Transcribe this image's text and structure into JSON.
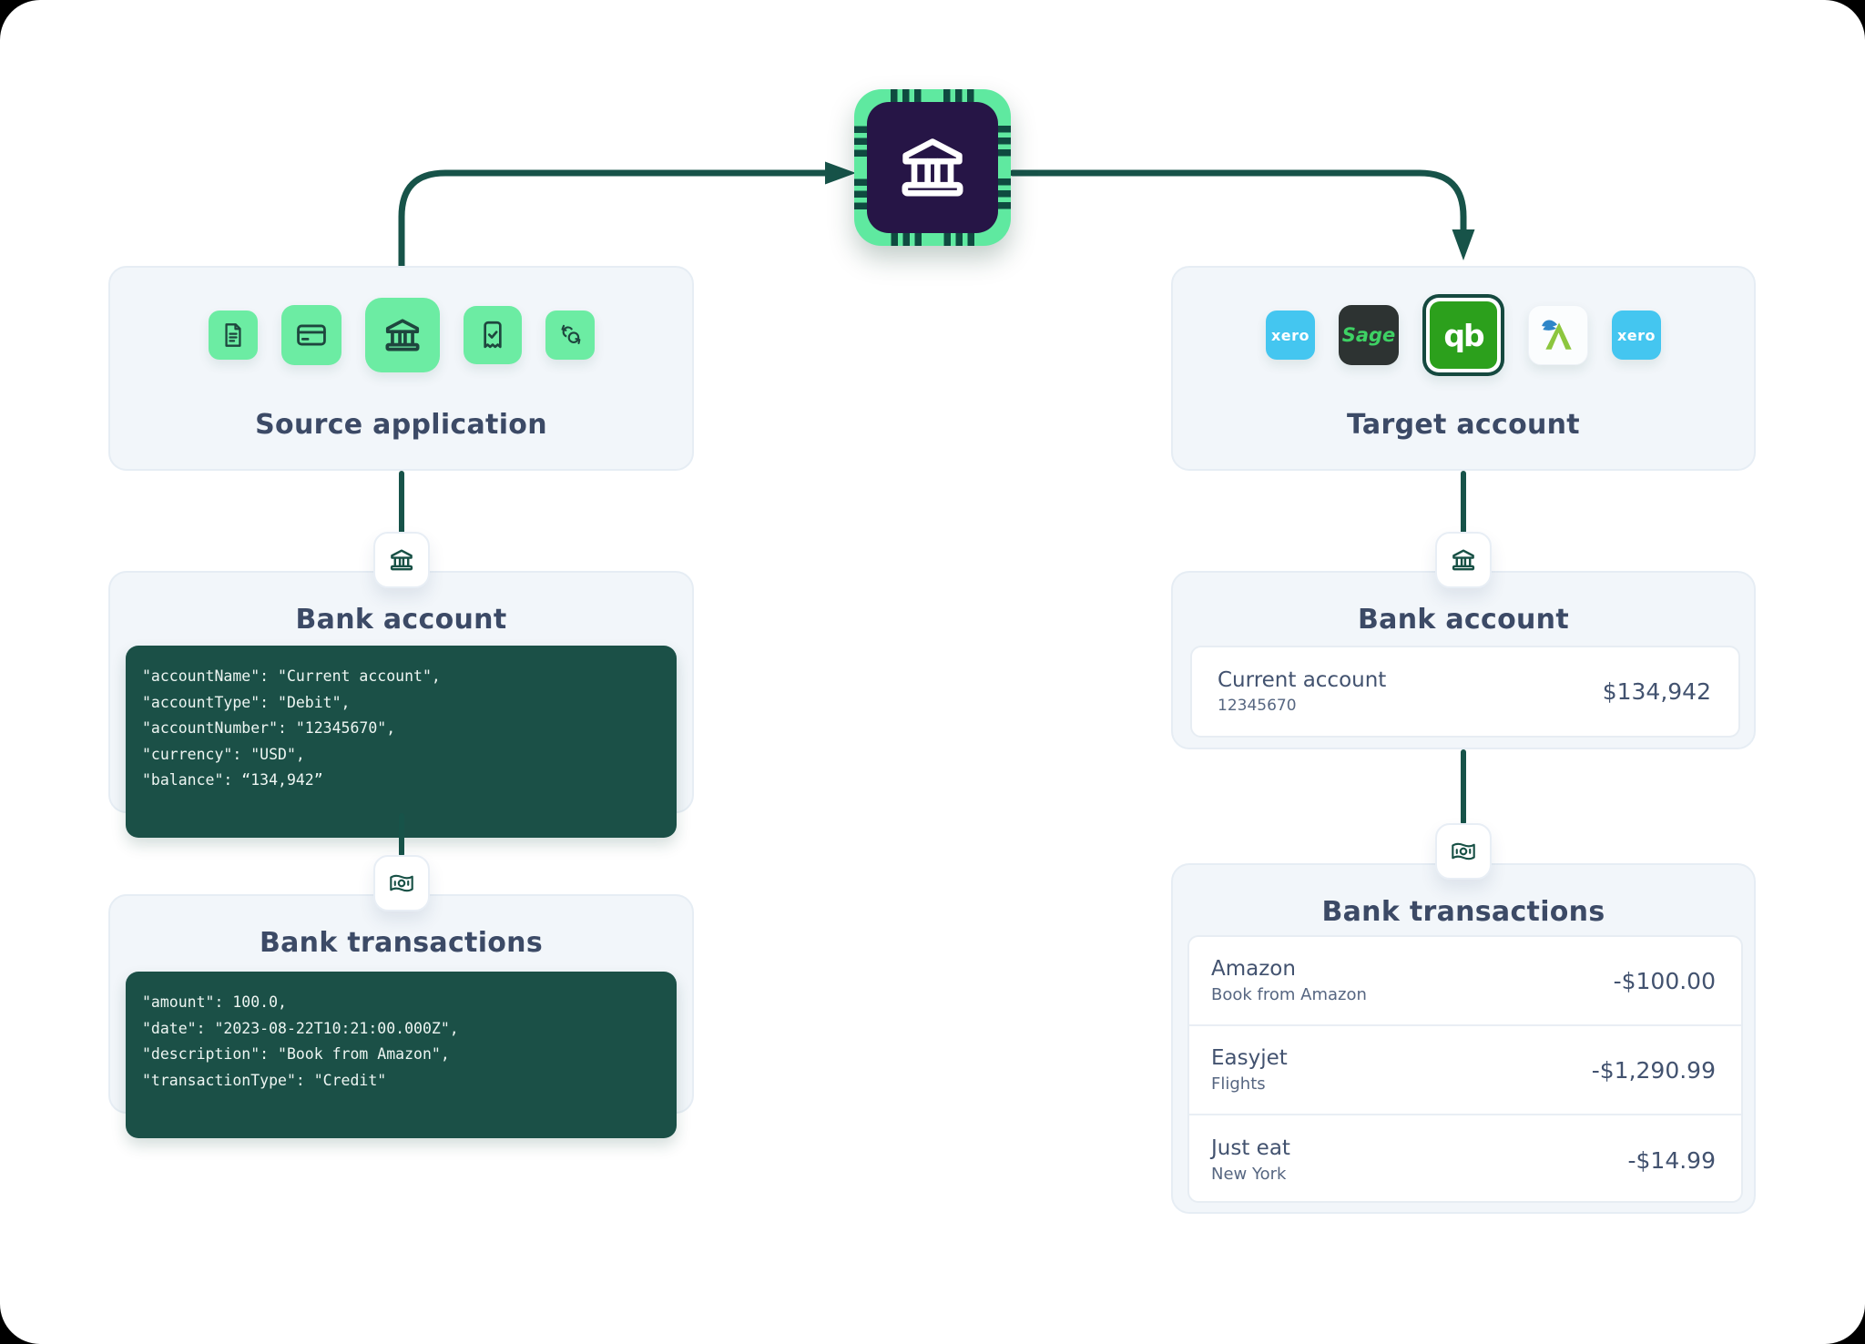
{
  "hub": {
    "icon": "bank-chip-icon"
  },
  "source": {
    "title": "Source application",
    "icons": [
      "document-icon",
      "credit-card-icon",
      "bank-icon",
      "receipt-check-icon",
      "sync-coins-icon"
    ]
  },
  "target": {
    "title": "Target account",
    "apps": [
      {
        "name": "xero",
        "label": "xero"
      },
      {
        "name": "sage",
        "label": "Sage"
      },
      {
        "name": "quickbooks",
        "label": "qb",
        "selected": true
      },
      {
        "name": "freeagent",
        "label": "freeagent-logo"
      },
      {
        "name": "xero",
        "label": "xero"
      }
    ]
  },
  "source_bank_account": {
    "title": "Bank account",
    "badge_icon": "bank-icon",
    "code_lines": [
      "\"accountName\": \"Current account\",",
      "\"accountType\": \"Debit\",",
      "\"accountNumber\": \"12345670\",",
      "\"currency\": \"USD\",",
      "\"balance\": “134,942”"
    ]
  },
  "source_bank_transactions": {
    "title": "Bank transactions",
    "badge_icon": "banknote-icon",
    "code_lines": [
      "\"amount\": 100.0,",
      "\"date\": \"2023-08-22T10:21:00.000Z\",",
      "\"description\": \"Book from Amazon\",",
      "\"transactionType\": \"Credit\""
    ]
  },
  "target_bank_account": {
    "title": "Bank account",
    "badge_icon": "bank-icon",
    "account": {
      "name": "Current account",
      "number": "12345670",
      "balance": "$134,942"
    }
  },
  "target_bank_transactions": {
    "title": "Bank transactions",
    "badge_icon": "banknote-icon",
    "rows": [
      {
        "name": "Amazon",
        "description": "Book from Amazon",
        "amount": "-$100.00"
      },
      {
        "name": "Easyjet",
        "description": "Flights",
        "amount": "-$1,290.99"
      },
      {
        "name": "Just eat",
        "description": "New York",
        "amount": "-$14.99"
      }
    ]
  },
  "colors": {
    "accent_green": "#6ceca3",
    "chip_green": "#5fe9a0",
    "chip_core_purple": "#261546",
    "flow_teal": "#175349",
    "code_bg": "#1b5047",
    "panel_bg": "#f2f6fa",
    "title_text": "#3c4a66",
    "xero_blue": "#44c6f0",
    "sage_dark": "#2d3332",
    "sage_green": "#3ed164",
    "quickbooks_green": "#2ca01c"
  }
}
